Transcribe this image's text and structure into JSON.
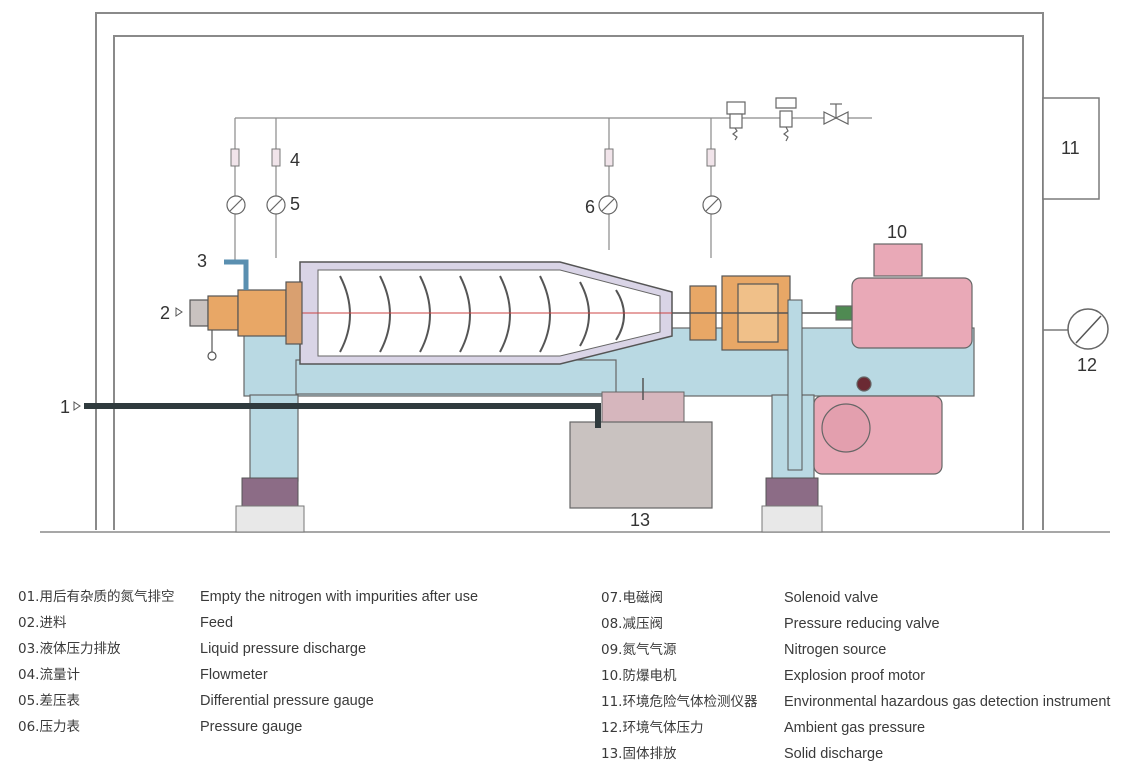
{
  "callouts": {
    "c1": "1",
    "c2": "2",
    "c3": "3",
    "c4": "4",
    "c5": "5",
    "c6": "6",
    "c10": "10",
    "c11": "11",
    "c12": "12",
    "c13": "13"
  },
  "legend": {
    "items": [
      {
        "code": "01.用后有杂质的氮气排空",
        "en": "Empty the nitrogen with impurities after use"
      },
      {
        "code": "02.进料",
        "en": "Feed"
      },
      {
        "code": "03.液体压力排放",
        "en": "Liquid pressure discharge"
      },
      {
        "code": "04.流量计",
        "en": "Flowmeter"
      },
      {
        "code": "05.差压表",
        "en": "Differential pressure gauge"
      },
      {
        "code": "06.压力表",
        "en": "Pressure gauge"
      },
      {
        "code": "07.电磁阀",
        "en": "Solenoid valve"
      },
      {
        "code": "08.减压阀",
        "en": "Pressure reducing valve"
      },
      {
        "code": "09.氮气气源",
        "en": "Nitrogen source"
      },
      {
        "code": "10.防爆电机",
        "en": "Explosion proof motor"
      },
      {
        "code": "11.环境危险气体检测仪器",
        "en": "Environmental hazardous gas detection instrument"
      },
      {
        "code": "12.环境气体压力",
        "en": "Ambient gas pressure"
      },
      {
        "code": "13.固体排放",
        "en": "Solid discharge"
      }
    ]
  },
  "colors": {
    "line": "#7a7a7a",
    "frame_blue": "#b9d9e3",
    "motor_pink": "#e9a9b7",
    "bowl": "#d9d4e6",
    "orange": "#e8a766",
    "feet": "#8c6c86",
    "tank": "#c9c2c0",
    "pipe": "#2f3a3d"
  }
}
